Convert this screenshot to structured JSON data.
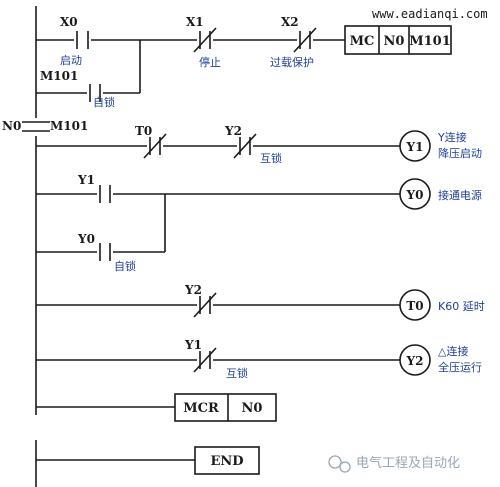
{
  "watermark_url": "www.eadianqi.com",
  "watermark_brand": "电气工程及自动化",
  "rung1": {
    "x0": "X0",
    "x0_note": "启动",
    "x1": "X1",
    "x1_note": "停止",
    "x2": "X2",
    "x2_note": "过载保护",
    "mc_box": [
      "MC",
      "N0",
      "M101"
    ],
    "m101": "M101",
    "m101_note": "自锁"
  },
  "master": {
    "n0": "N0",
    "m101": "M101"
  },
  "rung2": {
    "t0": "T0",
    "y2": "Y2",
    "y2_note": "互锁",
    "coil": "Y1",
    "coil_note_1": "Y连接",
    "coil_note_2": "降压启动"
  },
  "rung3": {
    "y1": "Y1",
    "y0": "Y0",
    "y0_note": "自锁",
    "coil": "Y0",
    "coil_note": "接通电源"
  },
  "rung4": {
    "y2": "Y2",
    "coil": "T0",
    "coil_note": "K60 延时"
  },
  "rung5": {
    "y1": "Y1",
    "y1_note": "互锁",
    "coil": "Y2",
    "coil_note_1": "△连接",
    "coil_note_2": "全压运行"
  },
  "mcr_box": [
    "MCR",
    "N0"
  ],
  "end_box": "END"
}
